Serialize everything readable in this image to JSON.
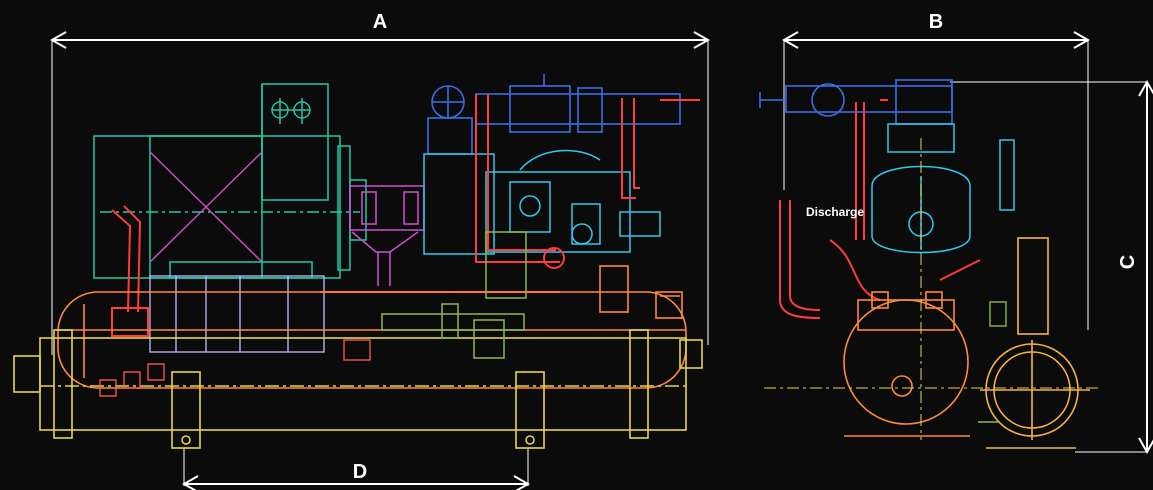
{
  "labels": {
    "dim_a": "A",
    "dim_b": "B",
    "dim_c": "C",
    "dim_d": "D",
    "discharge": "Discharge"
  },
  "colors": {
    "background": "#0b0b0b",
    "dimension": "#ffffff",
    "motor": "#1fc9a6",
    "coupling": "#d04fd0",
    "compressor": "#33c8ee",
    "piping_top": "#3a6fe6",
    "refrigerant_line": "#ff3b3b",
    "vessel": "#ff8a3b",
    "oil_separator": "#f5b347",
    "frame": "#e6d54a",
    "base_frame": "#c9b8ff",
    "valve_green": "#8fb84a"
  },
  "icons": {
    "arrow_left": "dimension-arrow-left-icon",
    "arrow_right": "dimension-arrow-right-icon"
  }
}
